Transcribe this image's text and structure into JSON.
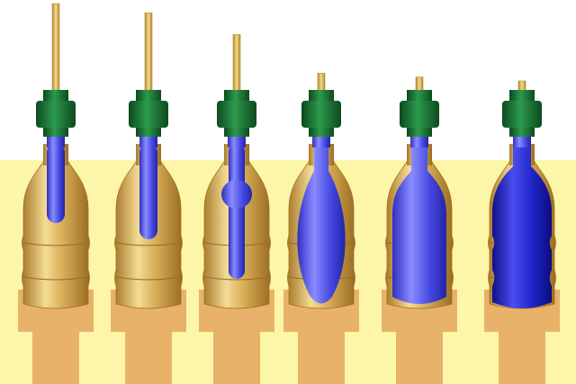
{
  "figure": {
    "colors": {
      "background": "#ffffff",
      "table": "#fdf6a8",
      "mold_base": "#e8b26a",
      "mold_body": "#dcb25a",
      "mold_highlight": "#f6e3a6",
      "mold_shadow": "#a87a2a",
      "preform": "#4a4ee0",
      "bottle_final": "#1f1fb0",
      "neck_ring": "#1f7a3a",
      "neck_ring_dark": "#0f4d22",
      "stretch_rod": "#e6c36a",
      "stretch_rod_edge": "#b08a30"
    },
    "stages": [
      {
        "id": "stage-1-preform-loaded",
        "rod_level": 1.0,
        "inflation": 0.0
      },
      {
        "id": "stage-2-rod-stretching",
        "rod_level": 0.88,
        "inflation": 0.05
      },
      {
        "id": "stage-3-pre-blow",
        "rod_level": 0.6,
        "inflation": 0.3
      },
      {
        "id": "stage-4-blowing",
        "rod_level": 0.1,
        "inflation": 0.65
      },
      {
        "id": "stage-5-final-blow",
        "rod_level": 0.05,
        "inflation": 0.9
      },
      {
        "id": "stage-6-bottle-formed",
        "rod_level": 0.0,
        "inflation": 1.0
      }
    ]
  }
}
